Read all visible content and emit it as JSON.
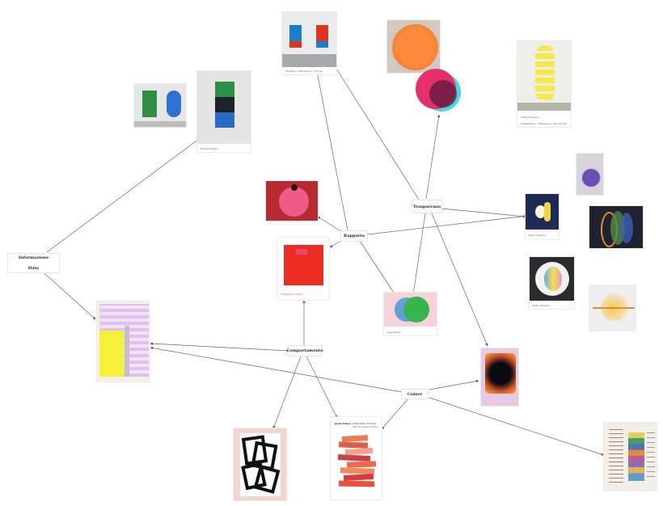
{
  "nodes": {
    "informazione": "Informazione",
    "dato": "Dato",
    "trasparenza": "Trasparenza",
    "rapporto": "Rapporto",
    "comportamento": "Comportamento",
    "colore": "Colore"
  },
  "captions": {
    "bilico": "Equilibrio · Percezione · Forma",
    "green": "Ellsworth Kelly",
    "yellow_1": "Olafur Eliasson",
    "yellow_2": "Installazione · Riflessione · Movimento",
    "lamp": "Olafur Eliasson",
    "circles": "Olafur Eliasson",
    "red_square": "Interazione colore",
    "green_circle": "Josef Albers",
    "book_author": "Josef Albers",
    "book_title": "Interaction of Color",
    "book_sub": "50th Anniversary Edition"
  },
  "colors": {
    "edge": "#555555",
    "red_cap": "#e8492f"
  }
}
